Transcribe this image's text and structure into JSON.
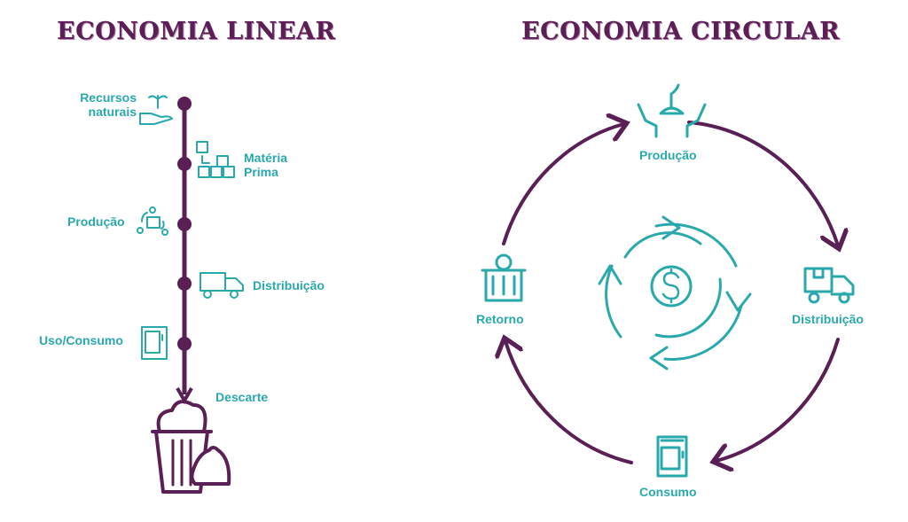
{
  "linear": {
    "title": "ECONOMIA LINEAR",
    "steps": [
      {
        "label_line1": "Recursos",
        "label_line2": "naturais",
        "icon": "hand-plant-icon"
      },
      {
        "label_line1": "Matéria",
        "label_line2": "Prima",
        "icon": "boxes-icon"
      },
      {
        "label": "Produção",
        "icon": "production-cycle-icon"
      },
      {
        "label": "Distribuição",
        "icon": "truck-icon"
      },
      {
        "label": "Uso/Consumo",
        "icon": "vending-machine-icon"
      }
    ],
    "end": {
      "label": "Descarte",
      "icon": "trash-can-icon"
    }
  },
  "circular": {
    "title": "ECONOMIA CIRCULAR",
    "nodes": [
      {
        "label": "Produção",
        "icon": "hands-plant-icon"
      },
      {
        "label": "Distribuição",
        "icon": "truck-icon"
      },
      {
        "label": "Consumo",
        "icon": "vending-machine-icon"
      },
      {
        "label": "Retorno",
        "icon": "recycle-bin-icon"
      }
    ],
    "center_icon": "money-cycle-icon"
  },
  "colors": {
    "purple": "#5a1f55",
    "teal": "#2aa9ad"
  }
}
